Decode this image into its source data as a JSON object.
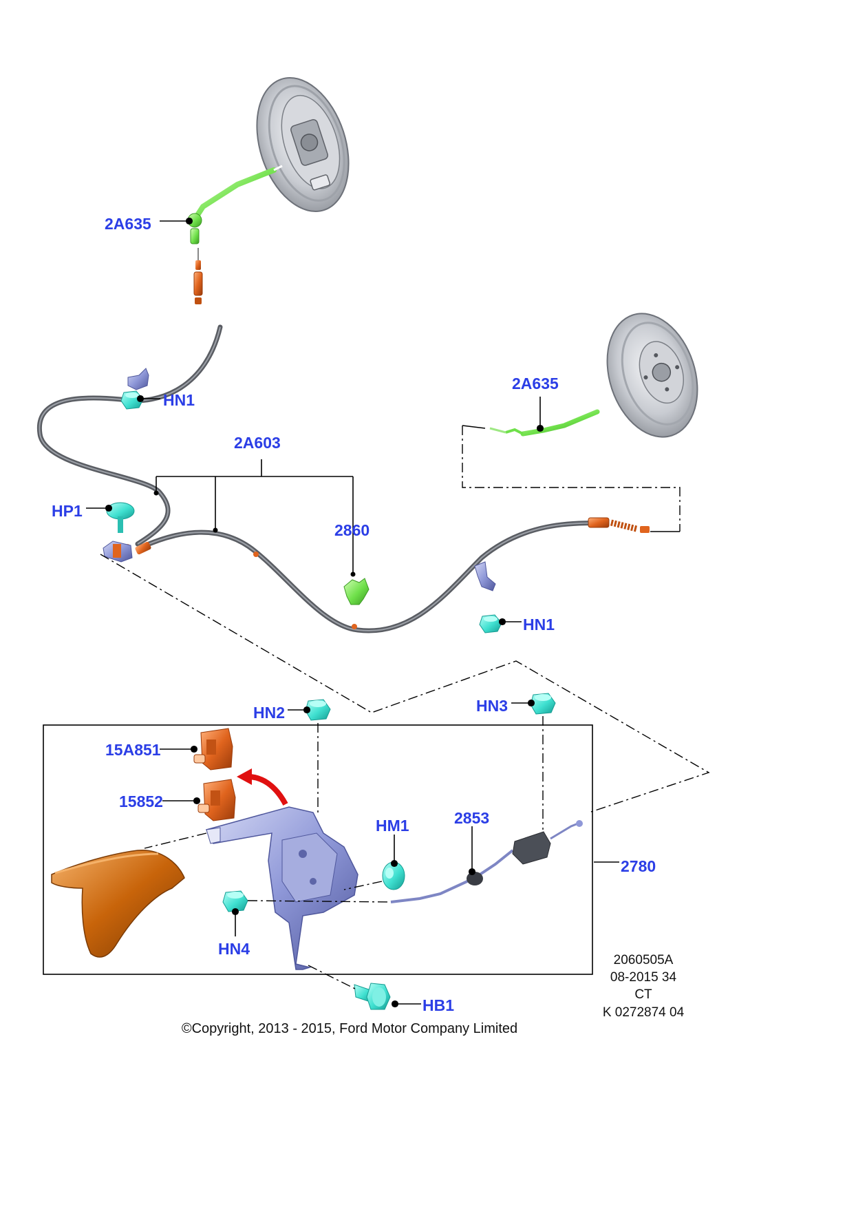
{
  "colors": {
    "callout": "#2b3ee6",
    "cable_gray": "#5a5d63",
    "green_part": "#6fe04a",
    "orange_part": "#e0641e",
    "cyan_fastener": "#3fe0d0",
    "lever_blue": "#8f98d8",
    "arrow_red": "#e01010",
    "handle_brown": "#c8640a"
  },
  "callouts": {
    "c_2A635_left": "2A635",
    "c_2A635_right": "2A635",
    "c_HN1_upper": "HN1",
    "c_2A603": "2A603",
    "c_HP1": "HP1",
    "c_2860": "2860",
    "c_HN1_lower": "HN1",
    "c_HN2": "HN2",
    "c_HN3": "HN3",
    "c_15A851": "15A851",
    "c_15852": "15852",
    "c_HM1": "HM1",
    "c_2853": "2853",
    "c_2780": "2780",
    "c_HN4": "HN4",
    "c_HB1": "HB1"
  },
  "reference": {
    "line1": "2060505A",
    "line2": "08-2015 34",
    "line3": "CT",
    "line4": "K 0272874 04"
  },
  "copyright": "©Copyright, 2013 - 2015, Ford Motor Company Limited",
  "icons": {
    "brake_backplate": "brake-backplate-icon",
    "brake_drum": "brake-drum-icon",
    "nut": "flange-nut-icon",
    "clip": "cable-clip-icon",
    "lever": "parking-brake-lever-icon",
    "handle_cover": "lever-grip-icon",
    "switch": "warning-switch-icon",
    "equalizer": "cable-equalizer-icon",
    "bolt": "bolt-icon",
    "arrow": "curved-arrow-icon"
  }
}
